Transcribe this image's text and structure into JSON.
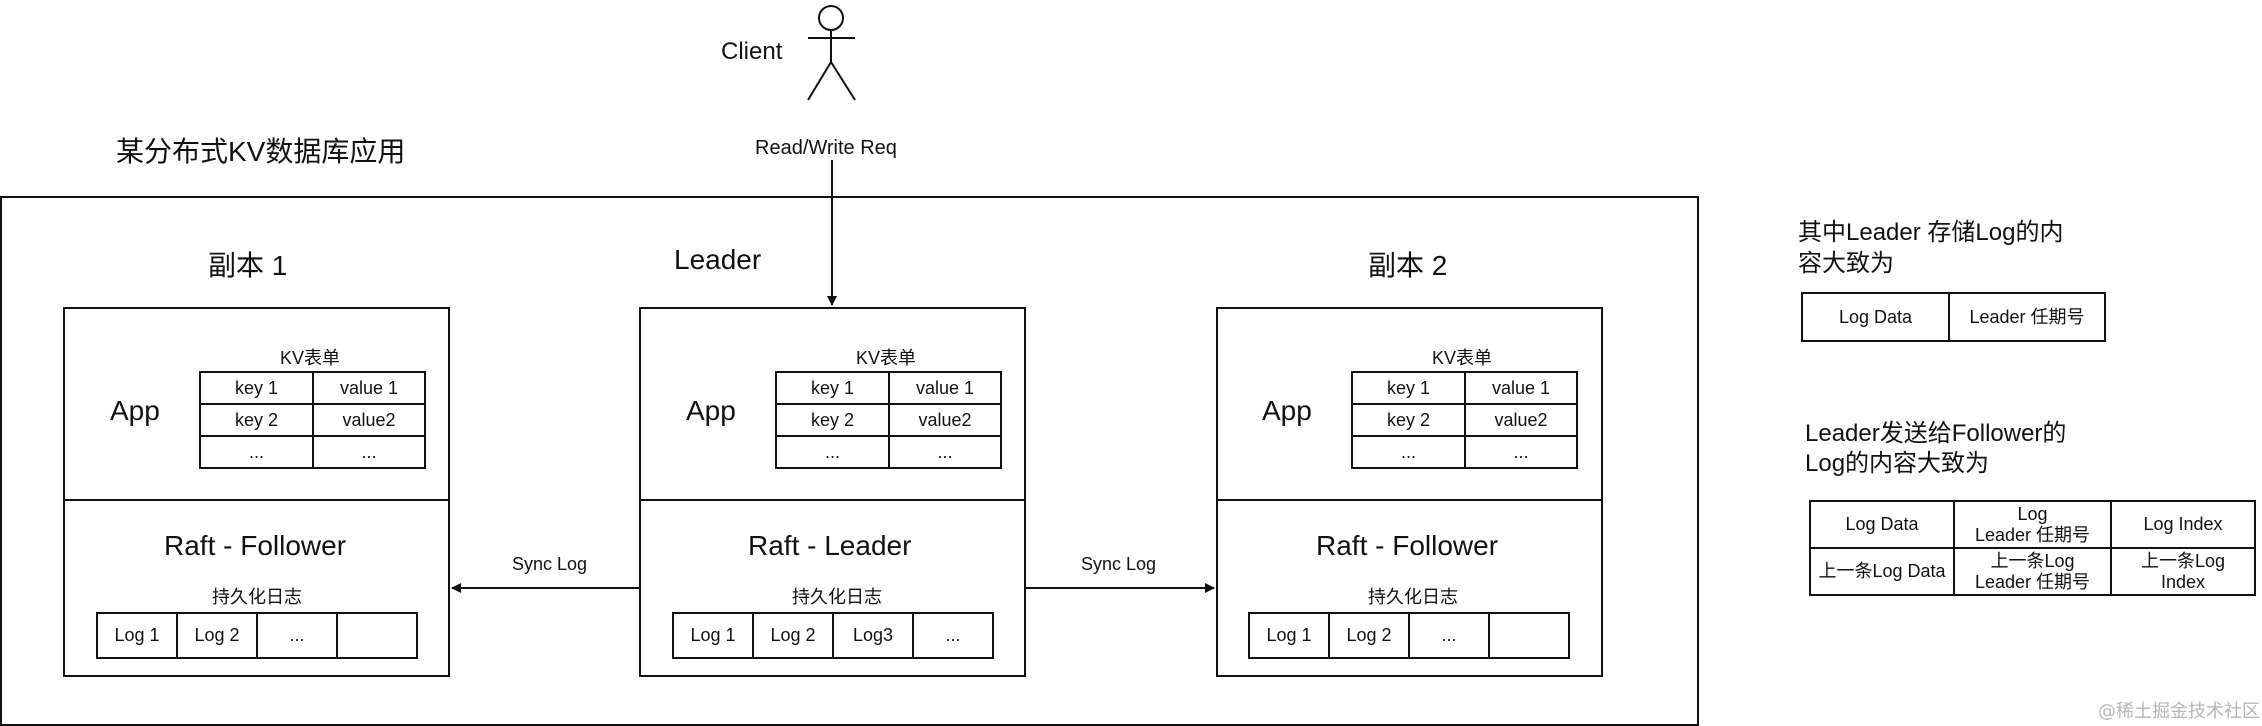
{
  "client": {
    "label": "Client"
  },
  "request_label": "Read/Write Req",
  "app_title": "某分布式KV数据库应用",
  "nodes": [
    {
      "title": "副本 1",
      "app_label": "App",
      "table_title": "KV表单",
      "rows": [
        [
          "key 1",
          "value 1"
        ],
        [
          "key 2",
          "value2"
        ],
        [
          "...",
          "..."
        ]
      ],
      "raft_label": "Raft - Follower",
      "log_title": "持久化日志",
      "logs": [
        "Log 1",
        "Log 2",
        "...",
        ""
      ]
    },
    {
      "title": "Leader",
      "app_label": "App",
      "table_title": "KV表单",
      "rows": [
        [
          "key 1",
          "value 1"
        ],
        [
          "key 2",
          "value2"
        ],
        [
          "...",
          "..."
        ]
      ],
      "raft_label": "Raft - Leader",
      "log_title": "持久化日志",
      "logs": [
        "Log 1",
        "Log 2",
        "Log3",
        "..."
      ]
    },
    {
      "title": "副本 2",
      "app_label": "App",
      "table_title": "KV表单",
      "rows": [
        [
          "key 1",
          "value 1"
        ],
        [
          "key 2",
          "value2"
        ],
        [
          "...",
          "..."
        ]
      ],
      "raft_label": "Raft - Follower",
      "log_title": "持久化日志",
      "logs": [
        "Log 1",
        "Log 2",
        "...",
        ""
      ]
    }
  ],
  "sync_left": "Sync Log",
  "sync_right": "Sync Log",
  "leader_store": {
    "title_line1": "其中Leader 存储Log的内",
    "title_line2": "容大致为",
    "cells": [
      "Log Data",
      "Leader 任期号"
    ]
  },
  "leader_send": {
    "title_line1": "Leader发送给Follower的",
    "title_line2": "Log的内容大致为",
    "header": [
      "Log Data",
      "Log\nLeader 任期号",
      "Log Index"
    ],
    "row": [
      "上一条Log Data",
      "上一条Log\nLeader 任期号",
      "上一条Log\nIndex"
    ]
  },
  "watermark": "@稀土掘金技术社区"
}
